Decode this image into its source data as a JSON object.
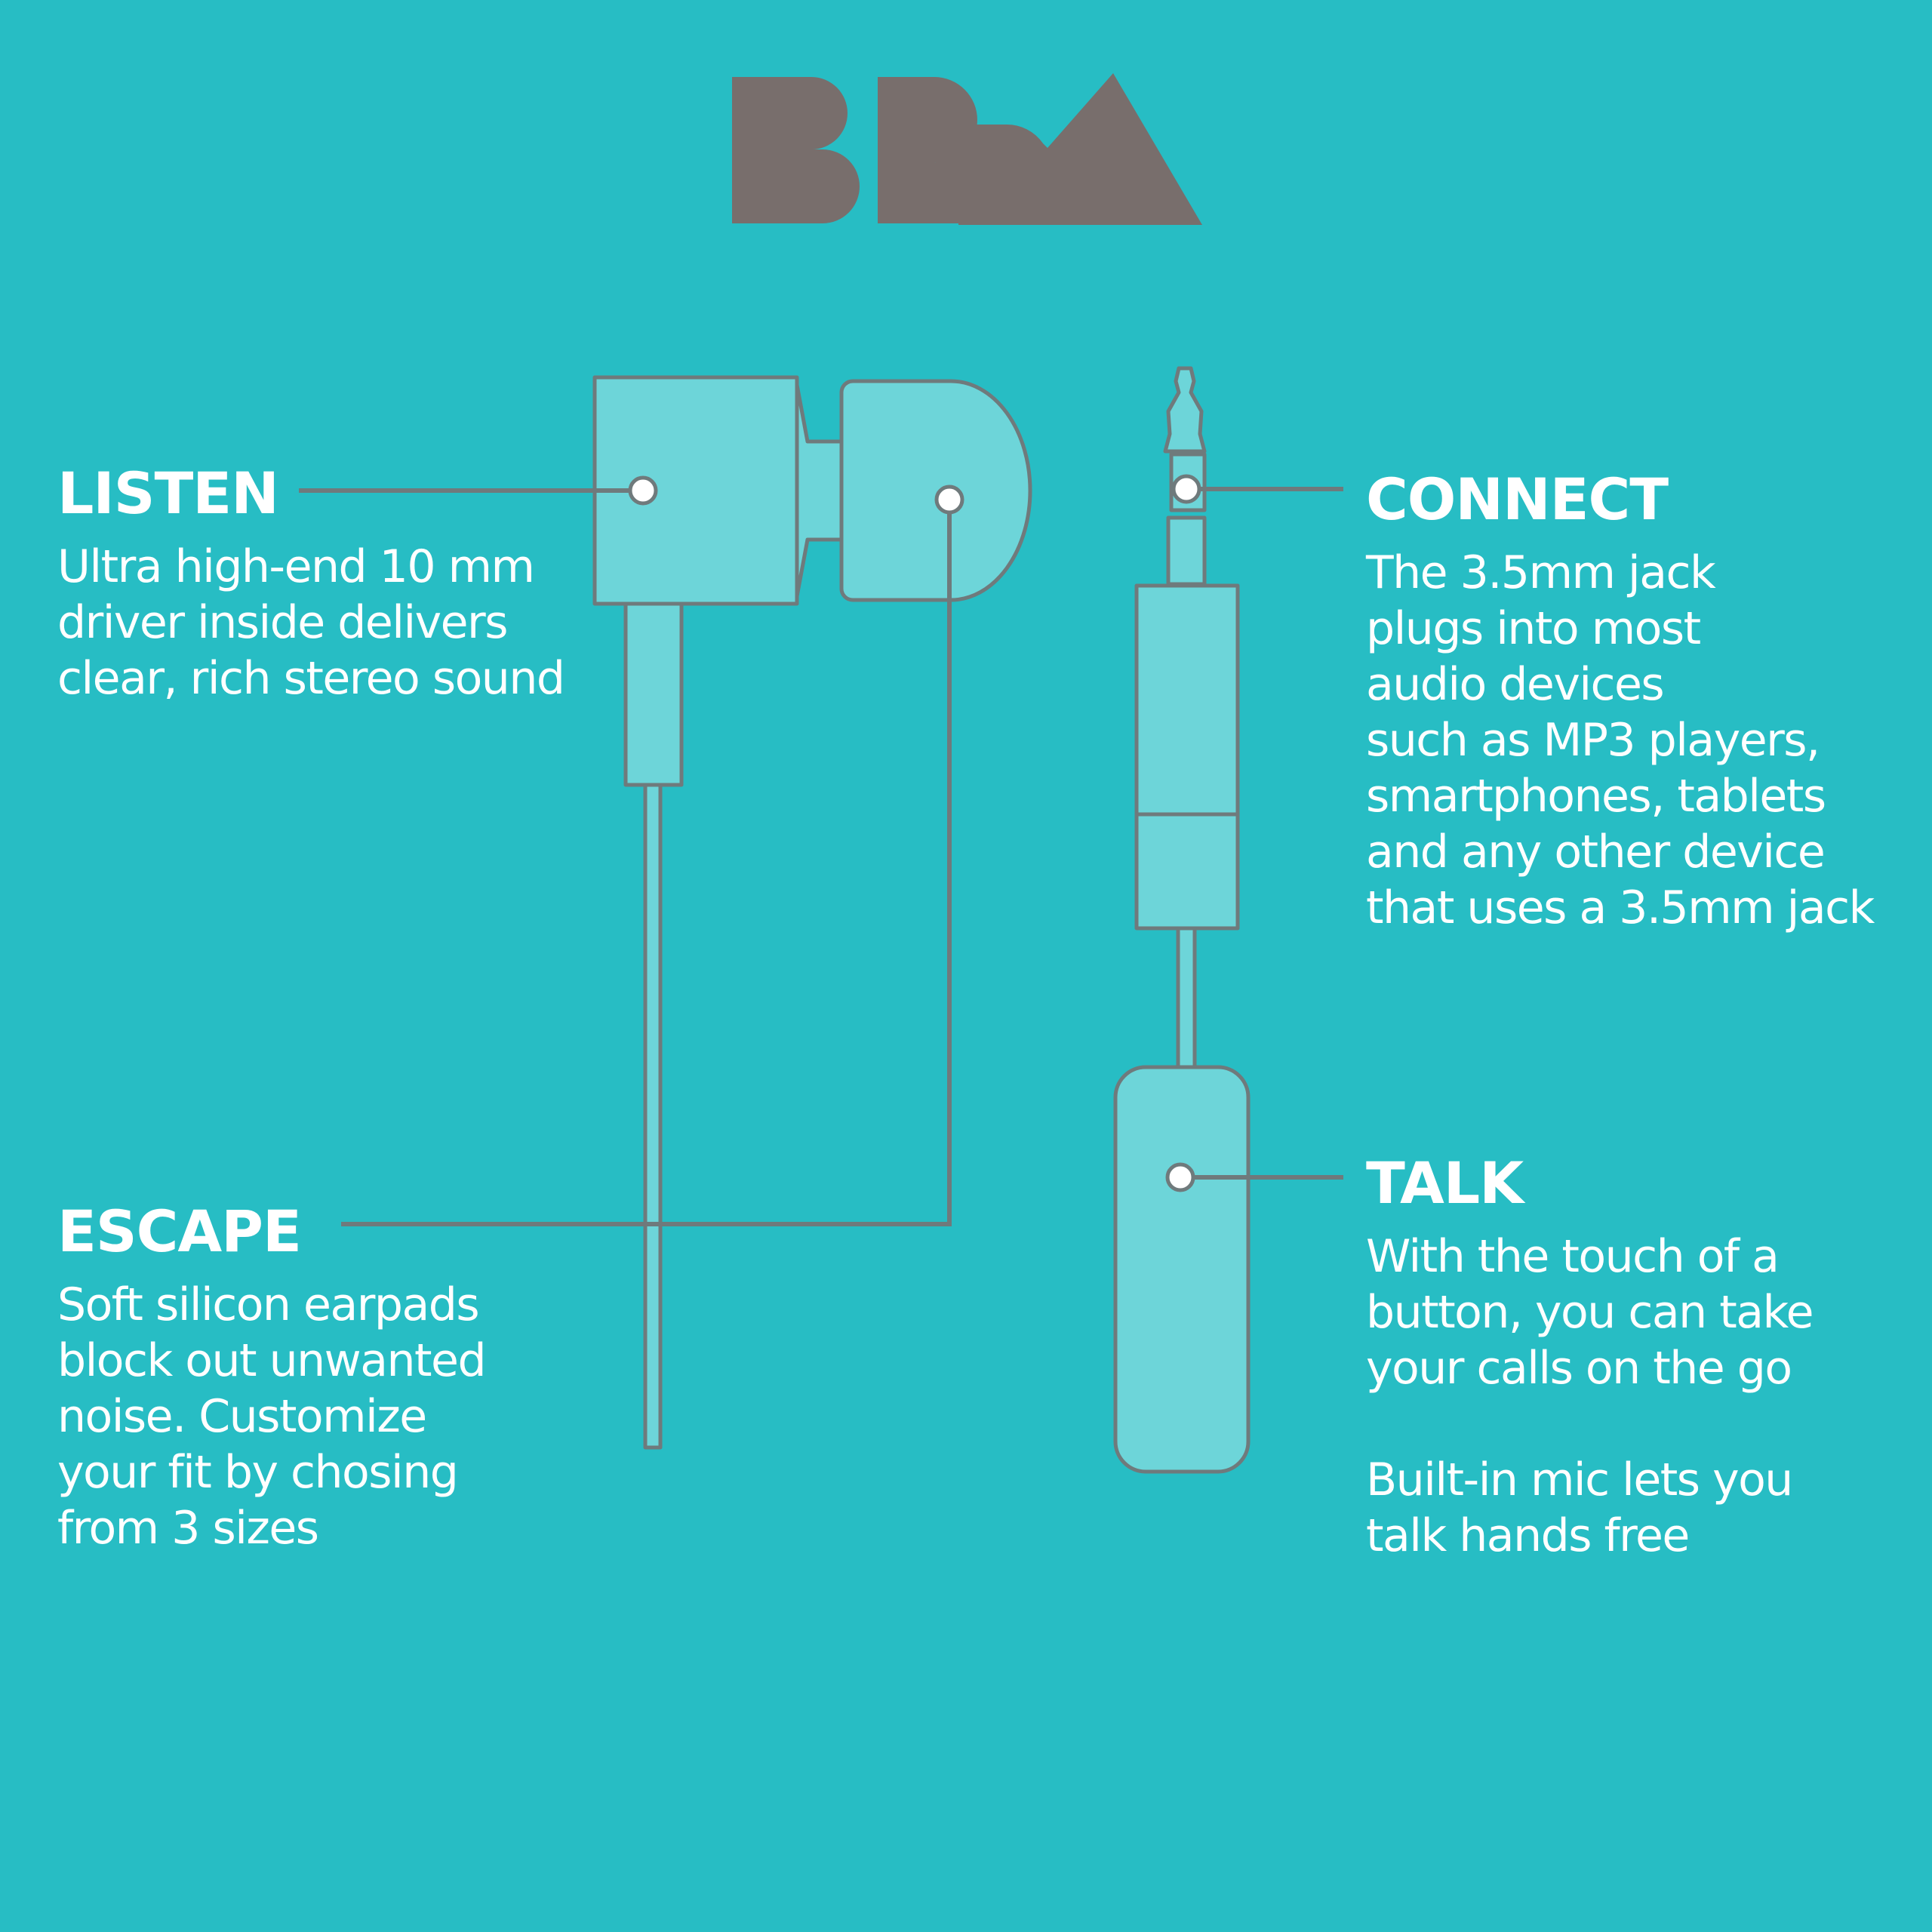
{
  "brand": {
    "logo_text": "BPM",
    "logo_color": "#786e6c"
  },
  "colors": {
    "background": "#27bdc4",
    "device_fill": "#6dd5d9",
    "outline": "#6f7a7c",
    "callout_text": "#ffffff",
    "marker_fill": "#ffffff"
  },
  "callouts": {
    "listen": {
      "title": "LISTEN",
      "lines": [
        "Ultra high-end 10 mm",
        "driver inside delivers",
        "clear, rich stereo sound"
      ]
    },
    "escape": {
      "title": "ESCAPE",
      "lines": [
        "Soft silicon earpads",
        "block out unwanted",
        "noise. Customize",
        "your fit by chosing",
        "from 3 sizes"
      ]
    },
    "connect": {
      "title": "CONNECT",
      "lines": [
        "The 3.5mm jack",
        "plugs into most",
        "audio devices",
        "such as MP3 players,",
        "smartphones, tablets",
        "and any other device",
        "that uses a 3.5mm jack"
      ]
    },
    "talk": {
      "title": "TALK",
      "paragraph1": [
        "With the touch of a",
        "button, you can take",
        "your calls on the go"
      ],
      "paragraph2": [
        "Built-in mic lets you",
        "talk hands free"
      ]
    }
  }
}
